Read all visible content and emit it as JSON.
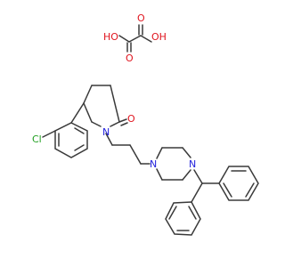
{
  "diagram": {
    "kind": "chemical-structure",
    "colors": {
      "bond": "#3a3a3a",
      "oxygen": "#e0141e",
      "nitrogen": "#2323dd",
      "chlorine": "#1f9f1f"
    },
    "atom_labels": [
      {
        "id": "ho-left",
        "text": "HO",
        "element": "O"
      },
      {
        "id": "o-top",
        "text": "O",
        "element": "O"
      },
      {
        "id": "o-bottom",
        "text": "O",
        "element": "O"
      },
      {
        "id": "oh-right",
        "text": "OH",
        "element": "O"
      },
      {
        "id": "o-ketone",
        "text": "O",
        "element": "O"
      },
      {
        "id": "cl",
        "text": "Cl",
        "element": "Cl"
      },
      {
        "id": "n-ring",
        "text": "N",
        "element": "N"
      },
      {
        "id": "n-pip-left",
        "text": "N",
        "element": "N"
      },
      {
        "id": "n-pip-right",
        "text": "N",
        "element": "N"
      }
    ]
  }
}
